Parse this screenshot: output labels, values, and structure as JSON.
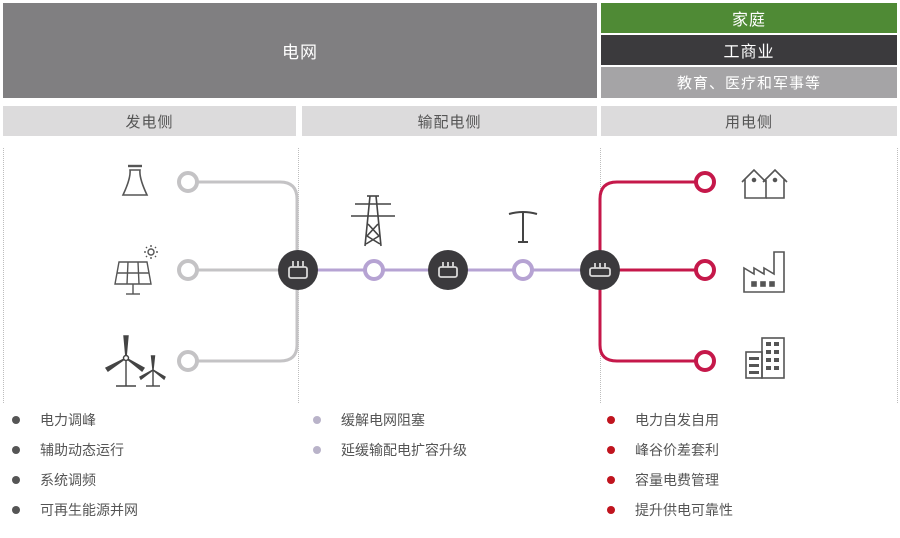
{
  "header": {
    "grid_label": "电网",
    "consumers": [
      {
        "label": "家庭",
        "color": "#4f8a35"
      },
      {
        "label": "工商业",
        "color": "#3b3a3d"
      },
      {
        "label": "教育、医疗和军事等",
        "color": "#a5a4a6"
      }
    ]
  },
  "sides": {
    "generation": "发电侧",
    "transmission": "输配电侧",
    "consumption": "用电侧"
  },
  "colors": {
    "generation_line": "#c4c3c5",
    "transmission_line": "#b6a3d3",
    "consumption_line": "#c5184a",
    "storage_node": "#3b3a3d"
  },
  "icons": {
    "generation": [
      "power-plant-icon",
      "solar-panel-icon",
      "wind-turbine-icon"
    ],
    "transmission": [
      "transmission-tower-icon",
      "distribution-pole-icon"
    ],
    "consumption": [
      "houses-icon",
      "factory-icon",
      "office-building-icon"
    ],
    "node": "battery-storage-icon"
  },
  "bullets": {
    "generation": {
      "color": "#555555",
      "items": [
        "电力调峰",
        "辅助动态运行",
        "系统调频",
        "可再生能源并网"
      ]
    },
    "transmission": {
      "color": "#b9b3c9",
      "items": [
        "缓解电网阻塞",
        "延缓输配电扩容升级"
      ]
    },
    "consumption": {
      "color": "#c0141e",
      "items": [
        "电力自发自用",
        "峰谷价差套利",
        "容量电费管理",
        "提升供电可靠性"
      ]
    }
  }
}
